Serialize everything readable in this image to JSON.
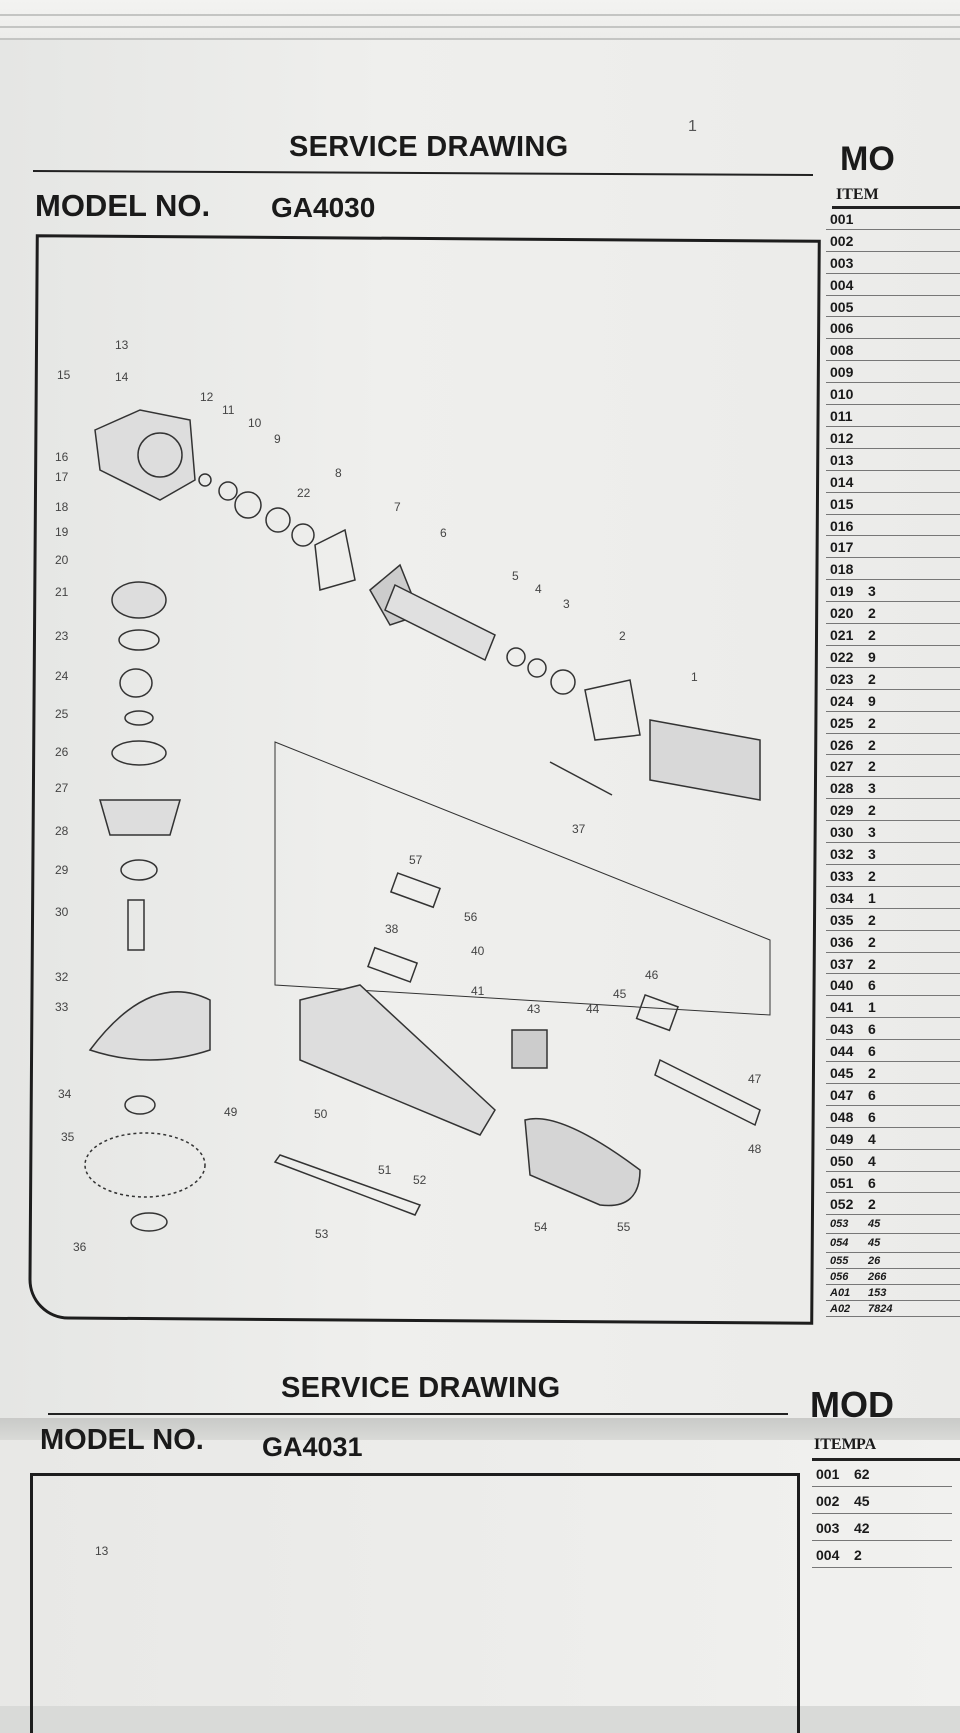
{
  "sheet1": {
    "title": "SERVICE DRAWING",
    "model_label": "MODEL NO.",
    "model_value": "GA4030",
    "page_mark": "1",
    "callouts": [
      "13",
      "14",
      "15",
      "12",
      "11",
      "10",
      "9",
      "22",
      "8",
      "7",
      "6",
      "5",
      "4",
      "3",
      "2",
      "1",
      "16",
      "17",
      "18",
      "19",
      "20",
      "21",
      "23",
      "24",
      "25",
      "26",
      "27",
      "28",
      "29",
      "30",
      "32",
      "33",
      "34",
      "35",
      "36",
      "37",
      "57",
      "56",
      "38",
      "40",
      "41",
      "43",
      "44",
      "45",
      "46",
      "47",
      "48",
      "49",
      "50",
      "51",
      "52",
      "53",
      "54",
      "55"
    ],
    "table": {
      "heading": "MO",
      "col_item": "ITEM",
      "rows": [
        [
          "001",
          ""
        ],
        [
          "002",
          ""
        ],
        [
          "003",
          ""
        ],
        [
          "004",
          ""
        ],
        [
          "005",
          ""
        ],
        [
          "006",
          ""
        ],
        [
          "008",
          ""
        ],
        [
          "009",
          ""
        ],
        [
          "010",
          ""
        ],
        [
          "011",
          ""
        ],
        [
          "012",
          ""
        ],
        [
          "013",
          ""
        ],
        [
          "014",
          ""
        ],
        [
          "015",
          ""
        ],
        [
          "016",
          ""
        ],
        [
          "017",
          ""
        ],
        [
          "018",
          ""
        ],
        [
          "019",
          "3"
        ],
        [
          "020",
          "2"
        ],
        [
          "021",
          "2"
        ],
        [
          "022",
          "9"
        ],
        [
          "023",
          "2"
        ],
        [
          "024",
          "9"
        ],
        [
          "025",
          "2"
        ],
        [
          "026",
          "2"
        ],
        [
          "027",
          "2"
        ],
        [
          "028",
          "3"
        ],
        [
          "029",
          "2"
        ],
        [
          "030",
          "3"
        ],
        [
          "032",
          "3"
        ],
        [
          "033",
          "2"
        ],
        [
          "034",
          "1"
        ],
        [
          "035",
          "2"
        ],
        [
          "036",
          "2"
        ],
        [
          "037",
          "2"
        ],
        [
          "040",
          "6"
        ],
        [
          "041",
          "1"
        ],
        [
          "043",
          "6"
        ],
        [
          "044",
          "6"
        ],
        [
          "045",
          "2"
        ],
        [
          "047",
          "6"
        ],
        [
          "048",
          "6"
        ],
        [
          "049",
          "4"
        ],
        [
          "050",
          "4"
        ],
        [
          "051",
          "6"
        ],
        [
          "052",
          "2"
        ],
        [
          "053",
          "45"
        ],
        [
          "054",
          "45"
        ],
        [
          "055",
          "26"
        ],
        [
          "056",
          "266"
        ],
        [
          "A01",
          "153"
        ],
        [
          "A02",
          "7824"
        ]
      ]
    }
  },
  "sheet2": {
    "title": "SERVICE DRAWING",
    "model_label": "MODEL NO.",
    "model_value": "GA4031",
    "callouts": [
      "13"
    ],
    "table": {
      "heading": "MOD",
      "col_item": "ITEM",
      "col_part": "PA",
      "rows": [
        [
          "001",
          "62"
        ],
        [
          "002",
          "45"
        ],
        [
          "003",
          "42"
        ],
        [
          "004",
          "2"
        ]
      ]
    }
  }
}
